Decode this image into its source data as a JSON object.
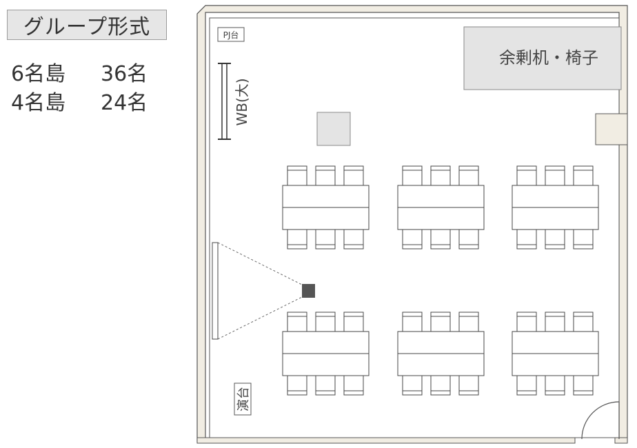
{
  "title": "グループ形式",
  "summary": [
    {
      "label": "6名島",
      "count": "36名"
    },
    {
      "label": "4名島",
      "count": "24名"
    }
  ],
  "room": {
    "pj_label": "PJ台",
    "wb_label": "WB(大)",
    "spare_label": "余剰机・椅子",
    "podium_label": "演台"
  },
  "colors": {
    "wall_fill": "#f1ede3",
    "wall_line": "#555555",
    "gray_box": "#e4e4e4",
    "projector": "#555555"
  }
}
